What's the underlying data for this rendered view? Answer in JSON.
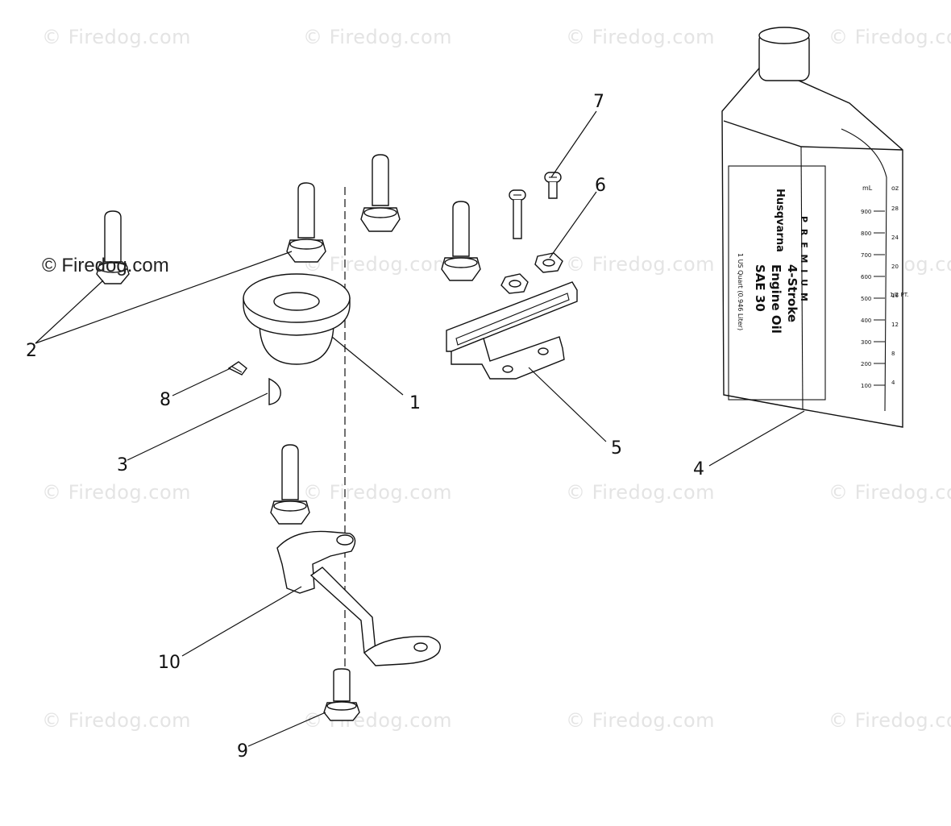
{
  "watermark": {
    "text": "© Firedog.com",
    "text_cut": "© Firedog.co",
    "color": "#e4e4e4"
  },
  "callouts": [
    "1",
    "2",
    "3",
    "4",
    "5",
    "6",
    "7",
    "8",
    "9",
    "10"
  ],
  "oil_bottle": {
    "brand": "Husqvarna",
    "premium": "P R E M I U M",
    "line1": "4-Stroke",
    "line2": "Engine Oil",
    "line3": "SAE 30",
    "qty": "1 US Quart (0.946 Liter)",
    "ml_header": "mL",
    "oz_header": "oz",
    "ml_marks": [
      "900",
      "800",
      "700",
      "600",
      "500",
      "400",
      "300",
      "200",
      "100"
    ],
    "oz_marks": [
      "28",
      "24",
      "20",
      "16",
      "12",
      "8",
      "4"
    ],
    "pt_label": "1/2 PT."
  }
}
